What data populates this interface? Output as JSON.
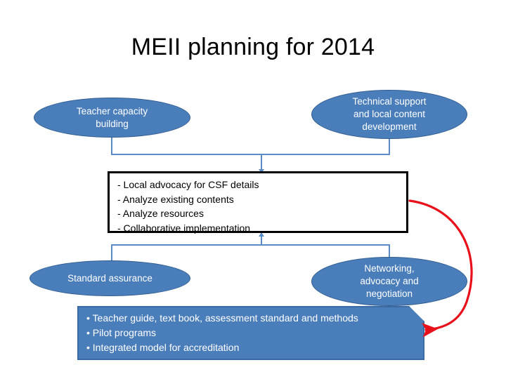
{
  "slide": {
    "title": "MEII planning for 2014",
    "background_color": "#FFFFFF"
  },
  "theme": {
    "node_fill": "#4A7EBB",
    "node_border": "#345E92",
    "node_text": "#FFFFFF",
    "connector_color": "#5B8BC4",
    "box_border": "#000000",
    "box_fill": "#FFFFFF",
    "feedback_arrow_color": "#E8101A"
  },
  "nodes": {
    "top_left": {
      "label": "Teacher capacity\nbuilding",
      "shape": "ellipse"
    },
    "top_right": {
      "label": "Technical support\nand local content\ndevelopment",
      "shape": "ellipse"
    },
    "bottom_left": {
      "label": "Standard assurance",
      "shape": "ellipse"
    },
    "bottom_right": {
      "label": "Networking,\nadvocacy and\nnegotiation",
      "shape": "ellipse"
    }
  },
  "central_box": {
    "shape": "rectangle",
    "lines": [
      "- Local advocacy for CSF details",
      "- Analyze existing contents",
      "- Analyze resources",
      "- Collaborative implementation"
    ]
  },
  "bottom_box": {
    "shape": "snip-single-corner-rectangle",
    "lines": [
      "• Teacher guide, text book, assessment standard and methods",
      "• Pilot programs",
      "• Integrated model for accreditation"
    ]
  },
  "connectors": {
    "top_group": "top ellipses join and feed down into central box",
    "bottom_group": "central box feeds down into bottom ellipses",
    "feedback": "curved red arrow from right of central box down to bottom box"
  }
}
